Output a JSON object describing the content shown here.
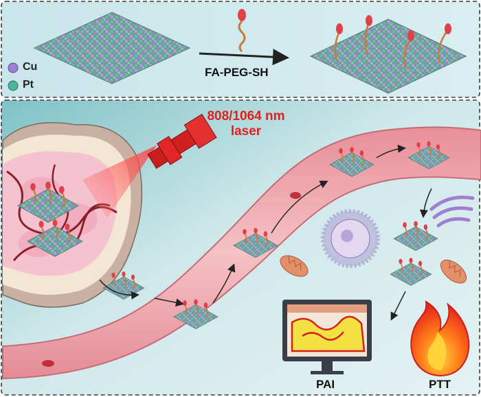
{
  "legend": {
    "items": [
      {
        "label": "Cu",
        "color": "#9b7fd6"
      },
      {
        "label": "Pt",
        "color": "#4fb39a"
      }
    ]
  },
  "synthesis": {
    "step_label": "FA-PEG-SH"
  },
  "laser": {
    "line1": "808/1064 nm",
    "line2": "laser"
  },
  "outputs": {
    "pai": "PAI",
    "ptt": "PTT"
  }
}
